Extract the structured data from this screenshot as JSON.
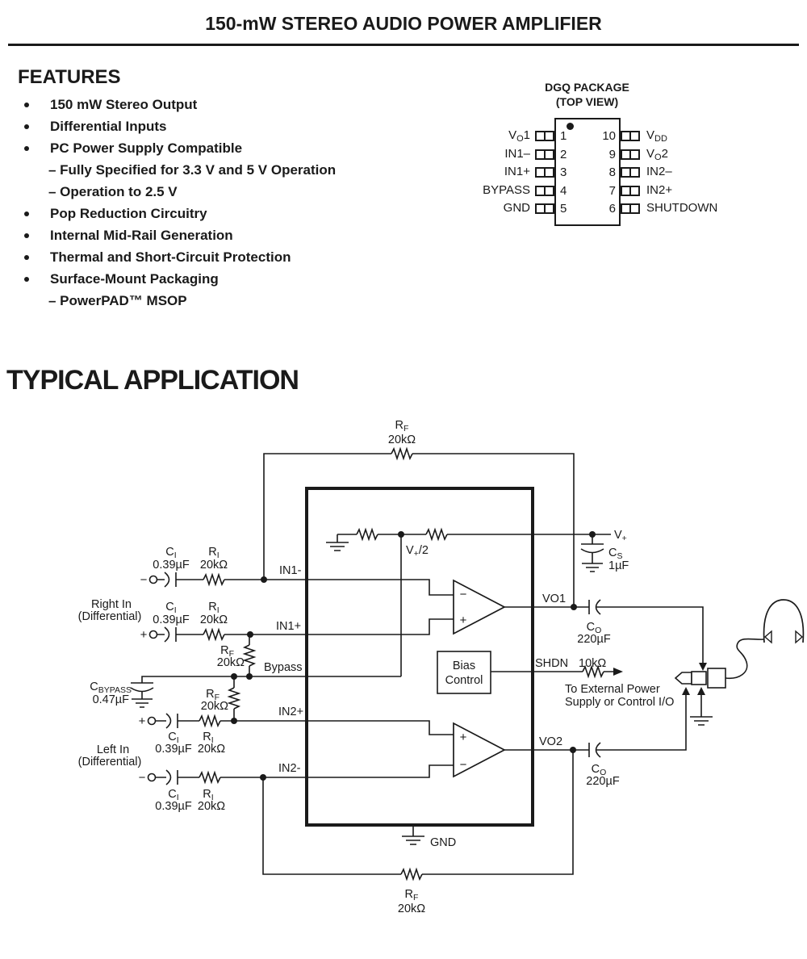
{
  "header": {
    "title": "150-mW STEREO AUDIO POWER AMPLIFIER"
  },
  "features": {
    "heading": "FEATURES",
    "items": [
      {
        "text": "150 mW Stereo Output"
      },
      {
        "text": "Differential Inputs"
      },
      {
        "text": "PC Power Supply Compatible",
        "subs": [
          "– Fully Specified for 3.3 V and 5 V Operation",
          "– Operation to 2.5 V"
        ]
      },
      {
        "text": "Pop Reduction Circuitry"
      },
      {
        "text": "Internal Mid-Rail Generation"
      },
      {
        "text": "Thermal and Short-Circuit Protection"
      },
      {
        "text": "Surface-Mount Packaging",
        "subs": [
          "– PowerPAD™ MSOP"
        ]
      }
    ]
  },
  "package": {
    "title": "DGQ PACKAGE",
    "subtitle": "(TOP VIEW)",
    "left_pins": [
      {
        "pre": "V",
        "sub": "O",
        "post": "1",
        "num": "1"
      },
      {
        "pre": "IN1–",
        "sub": "",
        "post": "",
        "num": "2"
      },
      {
        "pre": "IN1+",
        "sub": "",
        "post": "",
        "num": "3"
      },
      {
        "pre": "BYPASS",
        "sub": "",
        "post": "",
        "num": "4"
      },
      {
        "pre": "GND",
        "sub": "",
        "post": "",
        "num": "5"
      }
    ],
    "right_pins": [
      {
        "pre": "V",
        "sub": "DD",
        "post": "",
        "num": "10"
      },
      {
        "pre": "V",
        "sub": "O",
        "post": "2",
        "num": "9"
      },
      {
        "pre": "IN2–",
        "sub": "",
        "post": "",
        "num": "8"
      },
      {
        "pre": "IN2+",
        "sub": "",
        "post": "",
        "num": "7"
      },
      {
        "pre": "SHUTDOWN",
        "sub": "",
        "post": "",
        "num": "6"
      }
    ]
  },
  "application": {
    "heading": "TYPICAL APPLICATION",
    "labels": {
      "rf": {
        "pre": "R",
        "sub": "F"
      },
      "ri": {
        "pre": "R",
        "sub": "I"
      },
      "ci": {
        "pre": "C",
        "sub": "I"
      },
      "cs": {
        "pre": "C",
        "sub": "S"
      },
      "co": {
        "pre": "C",
        "sub": "O"
      },
      "cbypass": {
        "pre": "C",
        "sub": "BYPASS"
      },
      "rf_value": "20kΩ",
      "ri_value": "20kΩ",
      "ci_value": "0.39µF",
      "cs_value": "1µF",
      "co_value": "220µF",
      "cbypass_value": "0.47µF",
      "rshdn_value": "10kΩ",
      "vplus": {
        "pre": "V",
        "sub": "+"
      },
      "vhalf": {
        "pre": "V",
        "sub": "+",
        "post": "/2"
      },
      "in1m": "IN1-",
      "in1p": "IN1+",
      "bypass": "Bypass",
      "in2p": "IN2+",
      "in2m": "IN2-",
      "vo1": "VO1",
      "vo2": "VO2",
      "shdn": "SHDN",
      "gnd": "GND",
      "bias_line1": "Bias",
      "bias_line2": "Control",
      "ext_line1": "To External Power",
      "ext_line2": "Supply or Control I/O",
      "right_in_line1": "Right In",
      "right_in_line2": "(Differential)",
      "left_in_line1": "Left In",
      "left_in_line2": "(Differential)",
      "plus": "+",
      "minus": "−"
    }
  }
}
